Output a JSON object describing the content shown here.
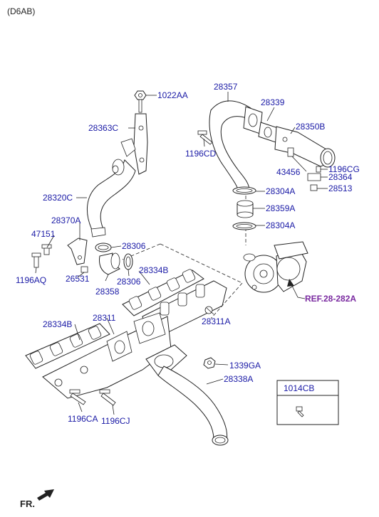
{
  "header": {
    "model_code": "(D6AB)"
  },
  "labels": {
    "p1022AA": "1022AA",
    "p28363C": "28363C",
    "p28320C": "28320C",
    "p28370A": "28370A",
    "p47151": "47151",
    "p1196AQ": "1196AQ",
    "p26531": "26531",
    "p28358": "28358",
    "p28306a": "28306",
    "p28306b": "28306",
    "p28334Ba": "28334B",
    "p28334Bb": "28334B",
    "p28311": "28311",
    "p28311A": "28311A",
    "p1196CA": "1196CA",
    "p1196CJ": "1196CJ",
    "p1339GA": "1339GA",
    "p28338A": "28338A",
    "p28357": "28357",
    "p28339": "28339",
    "p28350B": "28350B",
    "p1196CD": "1196CD",
    "p43456": "43456",
    "p1196CG": "1196CG",
    "p28364": "28364",
    "p28513": "28513",
    "p28304Aa": "28304A",
    "p28359A": "28359A",
    "p28304Ab": "28304A",
    "ref": "REF.28-282A",
    "inset_title": "1014CB"
  },
  "footer": {
    "direction_label": "FR."
  },
  "colors": {
    "label_blue": "#1a1aa6",
    "ref_purple": "#7a2aa0",
    "line": "#222222"
  }
}
